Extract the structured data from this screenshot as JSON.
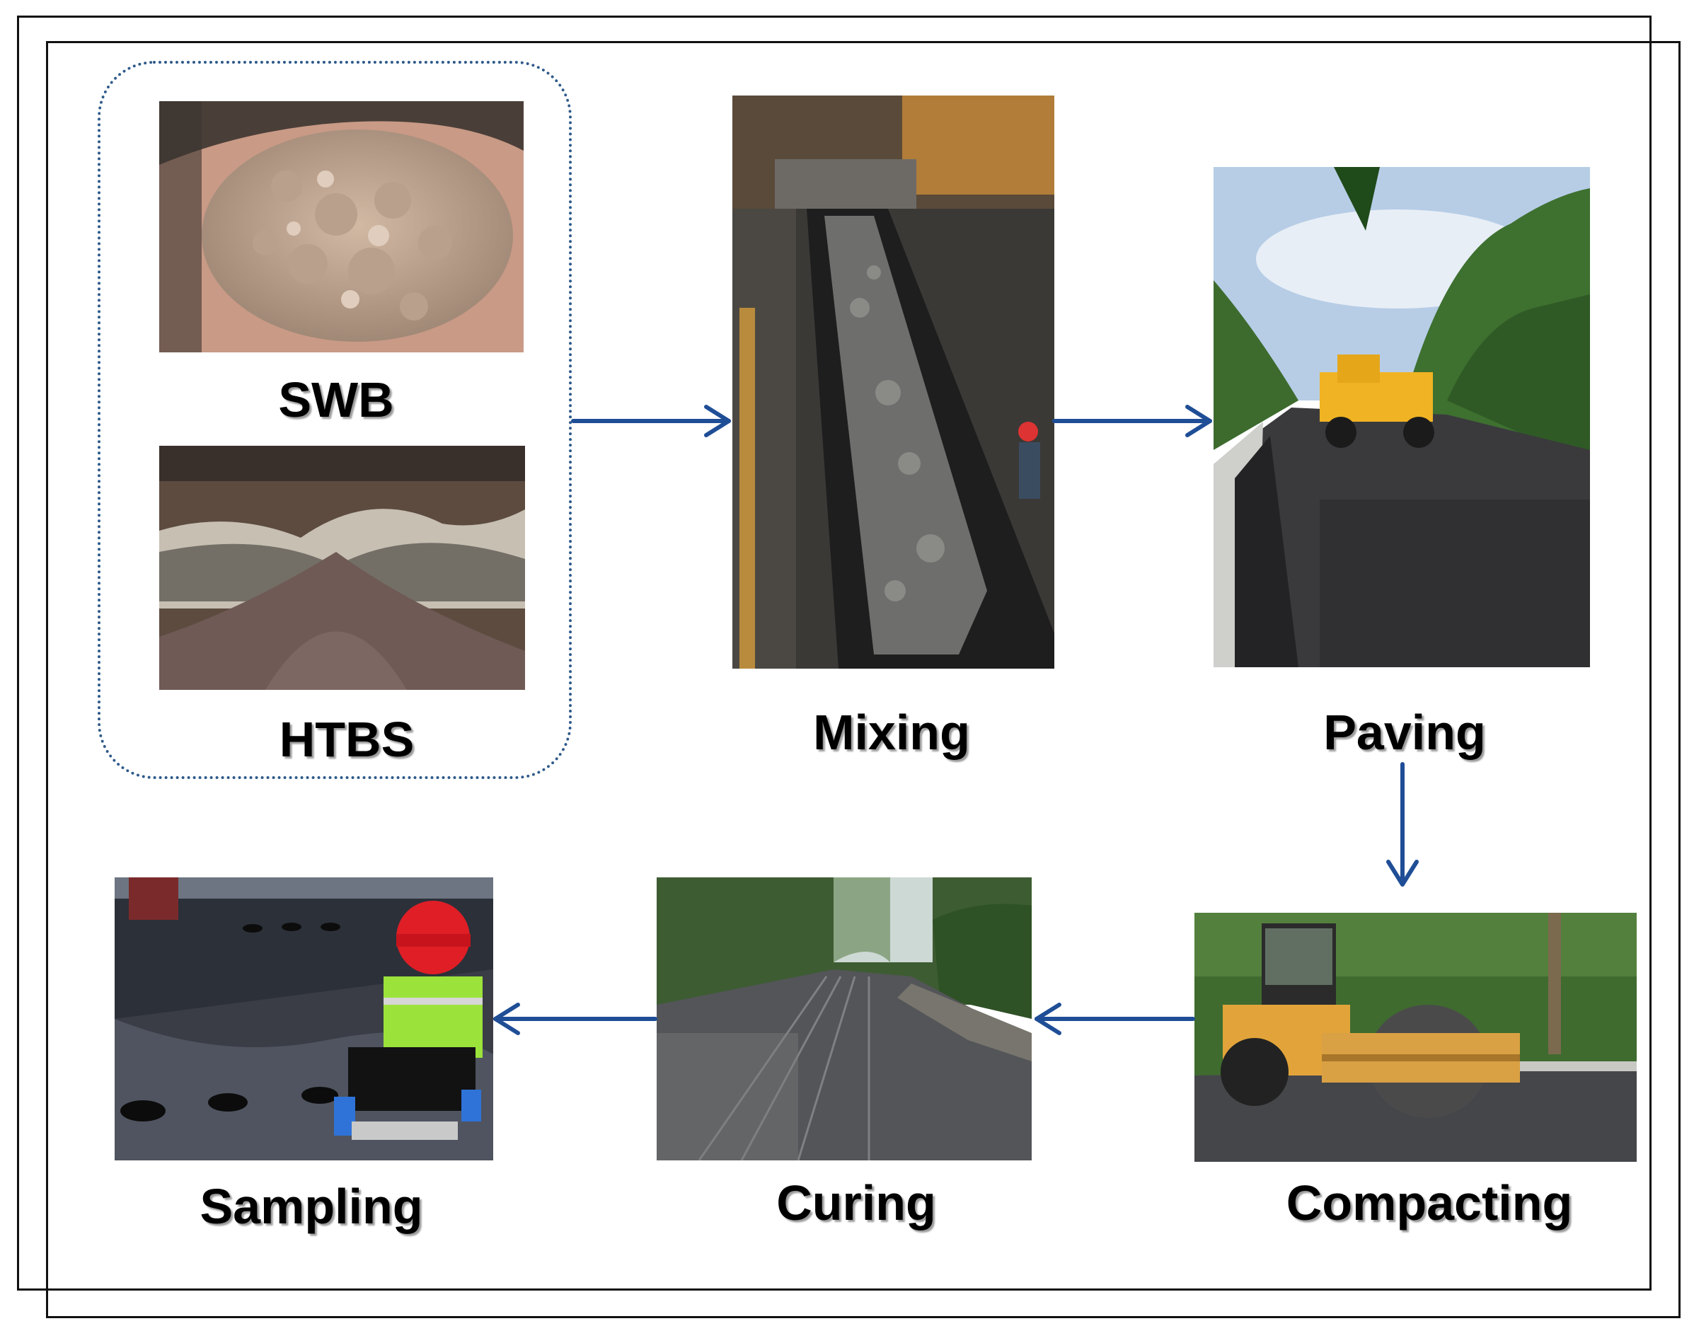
{
  "materials": {
    "swb_label": "SWB",
    "htbs_label": "HTBS"
  },
  "steps": {
    "mixing": "Mixing",
    "paving": "Paving",
    "compacting": "Compacting",
    "curing": "Curing",
    "sampling": "Sampling"
  },
  "colors": {
    "arrow": "#1f4e96",
    "group_border": "#2e5a8a"
  },
  "icons": {
    "swb_photo": "swb-material-photo",
    "htbs_photo": "htbs-material-photo",
    "mixing_photo": "conveyor-belt-photo",
    "paving_photo": "grader-paving-photo",
    "compacting_photo": "road-roller-photo",
    "curing_photo": "cured-road-photo",
    "sampling_photo": "worker-sampling-photo"
  }
}
